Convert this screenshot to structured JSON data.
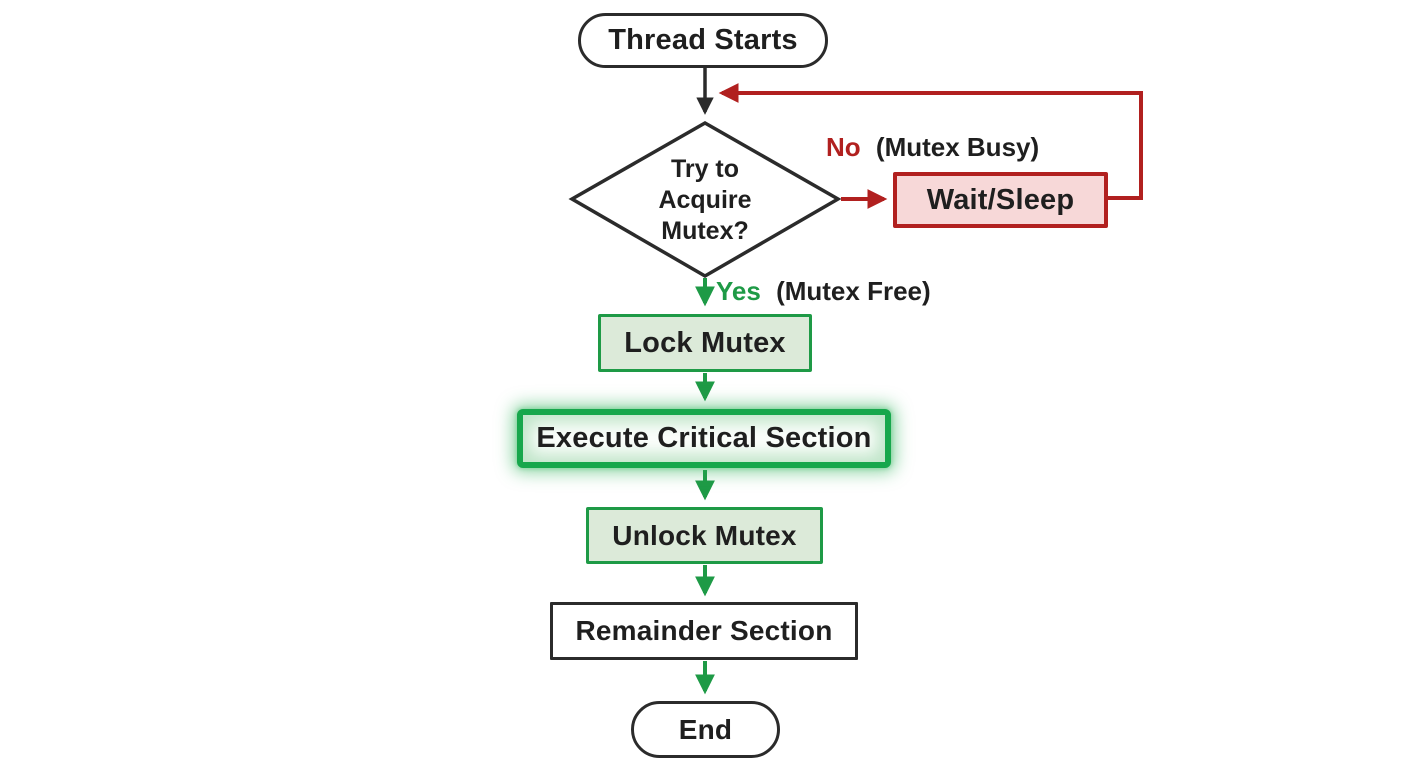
{
  "theme": {
    "ink": "#2b2b2b",
    "red": "#b1201f",
    "red-fill": "#f7d8d8",
    "green": "#1e9a46",
    "green-bright": "#17a74c",
    "green-fill": "#dcead9",
    "bg": "#ffffff"
  },
  "flowchart": {
    "nodes": {
      "start": {
        "label": "Thread Starts"
      },
      "decision": {
        "label": "Try to\nAcquire\nMutex?"
      },
      "wait": {
        "label": "Wait/Sleep"
      },
      "lock": {
        "label": "Lock Mutex"
      },
      "critical": {
        "label": "Execute Critical Section"
      },
      "unlock": {
        "label": "Unlock Mutex"
      },
      "remainder": {
        "label": "Remainder Section"
      },
      "end": {
        "label": "End"
      }
    },
    "edges": {
      "no": {
        "keyword": "No",
        "note": "(Mutex Busy)"
      },
      "yes": {
        "keyword": "Yes",
        "note": "(Mutex Free)"
      }
    }
  }
}
